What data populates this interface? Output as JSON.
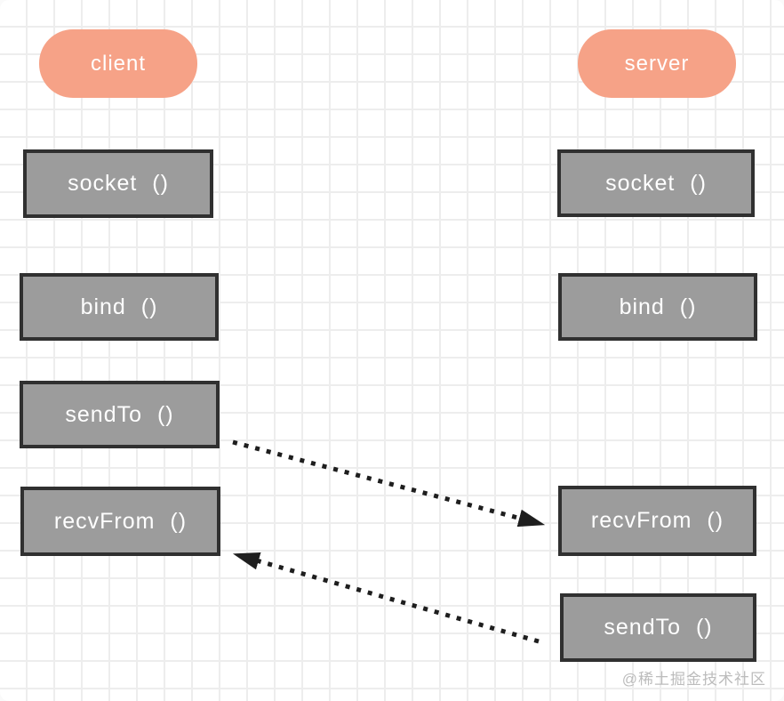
{
  "diagram": {
    "type": "udp-socket-flow",
    "client": {
      "label": "client",
      "steps": [
        "socket ()",
        "bind ()",
        "sendTo ()",
        "recvFrom ()"
      ]
    },
    "server": {
      "label": "server",
      "steps": [
        "socket ()",
        "bind ()",
        "recvFrom ()",
        "sendTo ()"
      ]
    },
    "arrows": [
      {
        "from": "client sendTo ()",
        "to": "server recvFrom ()",
        "style": "dotted",
        "direction": "right-down"
      },
      {
        "from": "server sendTo ()",
        "to": "client recvFrom ()",
        "style": "dotted",
        "direction": "left-up"
      }
    ],
    "watermark": "@稀土掘金技术社区",
    "colors": {
      "actor_pill": "#f6a287",
      "step_box_fill": "#9c9c9c",
      "step_box_border": "#303030",
      "arrow": "#1e1e1e",
      "grid_line": "#ededed",
      "background": "#ffffff",
      "text": "#ffffff",
      "watermark": "#bcbcbc"
    }
  }
}
